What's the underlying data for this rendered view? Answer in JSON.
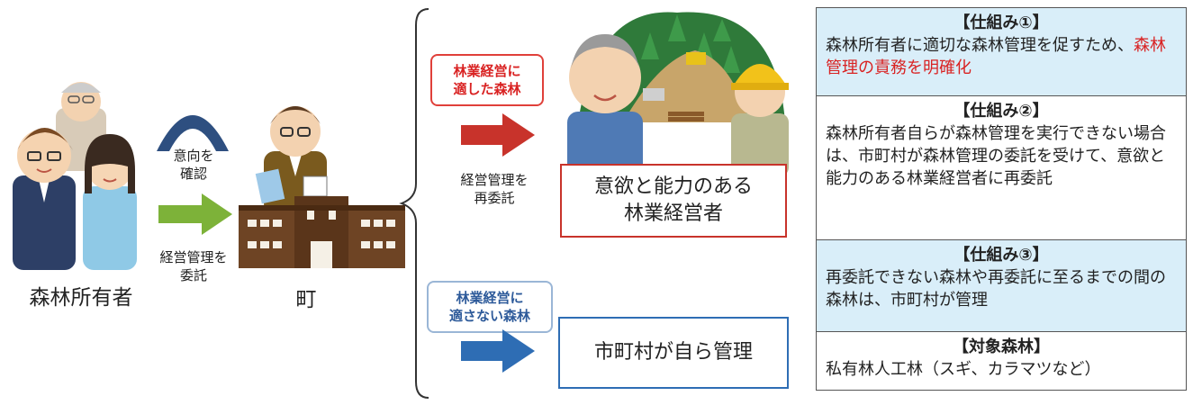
{
  "left": {
    "owners_label": "森林所有者",
    "intent_label": "意向を\n確認",
    "entrust_label": "経営管理を\n委託",
    "town_label": "町"
  },
  "middle": {
    "suited_callout": "林業経営に\n適した森林",
    "reentrust_label": "経営管理を\n再委託",
    "motivated_box": "意欲と能力のある\n林業経営者",
    "unsuited_callout": "林業経営に\n適さない森林",
    "self_manage_box": "市町村が自ら管理"
  },
  "panel": {
    "mech1": {
      "title": "【仕組み①】",
      "text_plain": "森林所有者に適切な森林管理を促すため、",
      "text_red": "森林管理の責務を明確化"
    },
    "mech2": {
      "title": "【仕組み②】",
      "text_red": "森林所有者自らが森林管理を実行できない場合は、市町村が森林管理の委託を受けて、意欲と能力のある林業経営者に再委託"
    },
    "mech3": {
      "title": "【仕組み③】",
      "text_red": "再委託できない森林や再委託に至るまでの間の森林は、市町村が管理"
    },
    "target": {
      "title": "【対象森林】",
      "text": "私有林人工林（スギ、カラマツなど）"
    }
  },
  "colors": {
    "panel_bg_blue": "#d9eef9",
    "red_text": "#d92222",
    "red_arrow": "#c8332b",
    "blue_arrow": "#2e6db4",
    "green_arrow": "#7db239",
    "callout_red_border": "#e0403a",
    "callout_blue_border": "#2d5a9a"
  }
}
